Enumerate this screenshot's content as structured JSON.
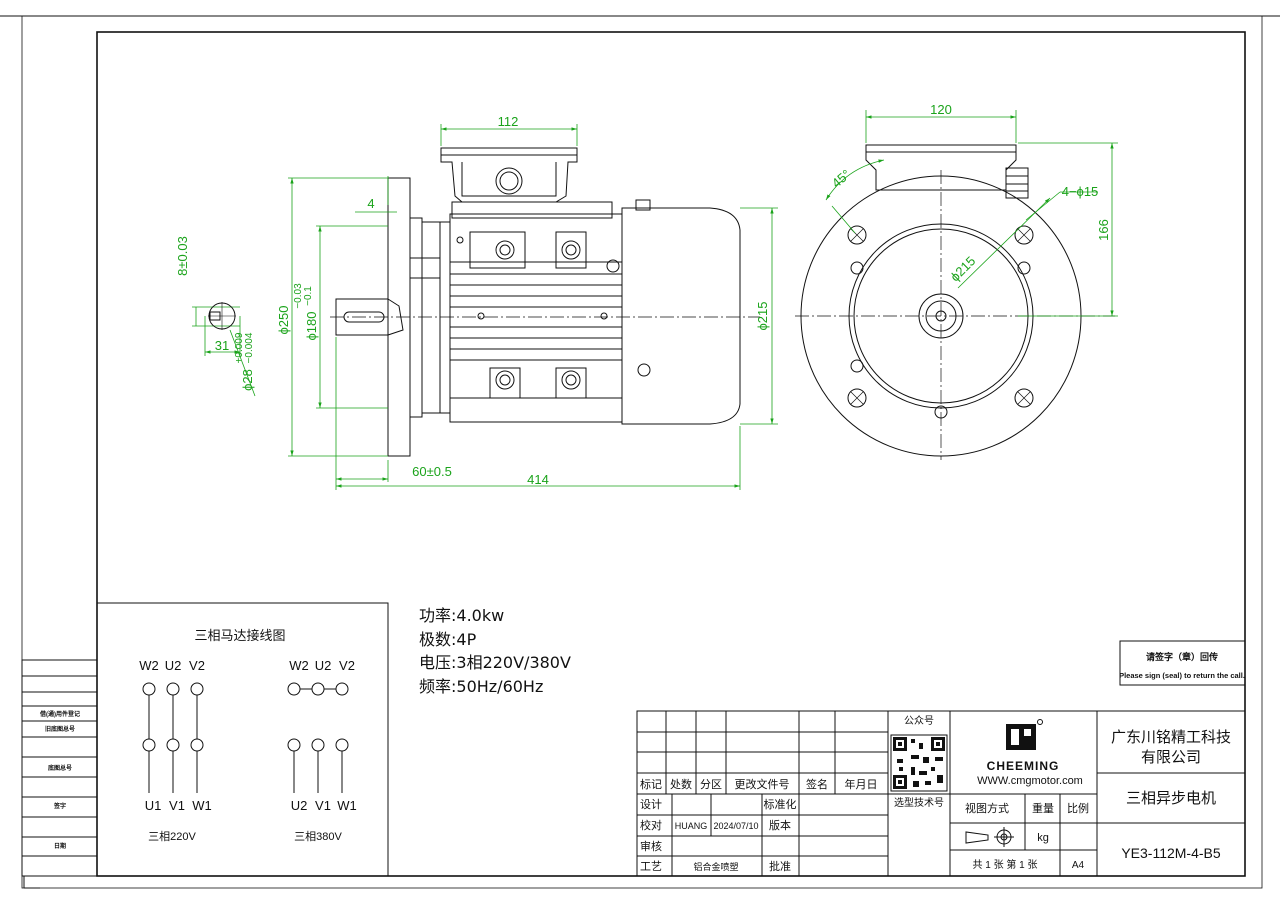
{
  "dimensions": {
    "terminal_box_width": "112",
    "flange_thickness": "4",
    "flange_dia": "ϕ250",
    "spigot_dia": "ϕ180",
    "spigot_tol_upper": "−0.03",
    "spigot_tol_lower": "−0.1",
    "body_dia": "ϕ215",
    "overall_length": "414",
    "shaft_length": "60±0.5",
    "key_width": "8±0.03",
    "key_height": "31",
    "shaft_dia": "ϕ28",
    "shaft_tol_upper": "+0.009",
    "shaft_tol_lower": "−0.004",
    "top_width": "120",
    "pcd": "ϕ215",
    "hole_spec": "4−ϕ15",
    "center_height": "166",
    "angle": "45°"
  },
  "wiring": {
    "title": "三相马达接线图",
    "labels_top": [
      "W2",
      "U2",
      "V2"
    ],
    "labels_bottom": [
      "U1",
      "V1",
      "W1"
    ],
    "right_labels_top": [
      "W2",
      "U2",
      "V2"
    ],
    "right_labels_bottom": [
      "U2",
      "V1",
      "W1"
    ],
    "caption_220": "三相220V",
    "caption_380": "三相380V"
  },
  "specs": {
    "power": "功率:4.0kw",
    "poles": "极数:4P",
    "voltage": "电压:3相220V/380V",
    "frequency": "频率:50Hz/60Hz"
  },
  "left_strip": [
    "借(通)用件登记",
    "旧底图总号",
    "底图总号",
    "签字",
    "日期"
  ],
  "title_block": {
    "return_note_cn": "请签字（章）回传",
    "return_note_en": "Please sign (seal) to return the call.",
    "wechat_label": "公众号",
    "company_line1": "广东川铭精工科技",
    "company_line2": "有限公司",
    "brand": "CHEEMING",
    "website": "WWW.cmgmotor.com",
    "product_name": "三相异步电机",
    "model": "YE3-112M-4-B5",
    "headers": [
      "标记",
      "处数",
      "分区",
      "更改文件号",
      "签名",
      "年月日"
    ],
    "row_design": "设计",
    "row_check": "校对",
    "row_review": "审核",
    "row_process": "工艺",
    "checker": "HUANG",
    "check_date": "2024/07/10",
    "standardize": "标准化",
    "version": "版本",
    "approve": "批准",
    "process_note": "铝合金喷塑",
    "selection_no": "选型技术号",
    "view_method": "视图方式",
    "weight": "重量",
    "scale": "比例",
    "weight_unit": "kg",
    "sheet_count": "共 1 张  第 1 张",
    "paper": "A4"
  }
}
